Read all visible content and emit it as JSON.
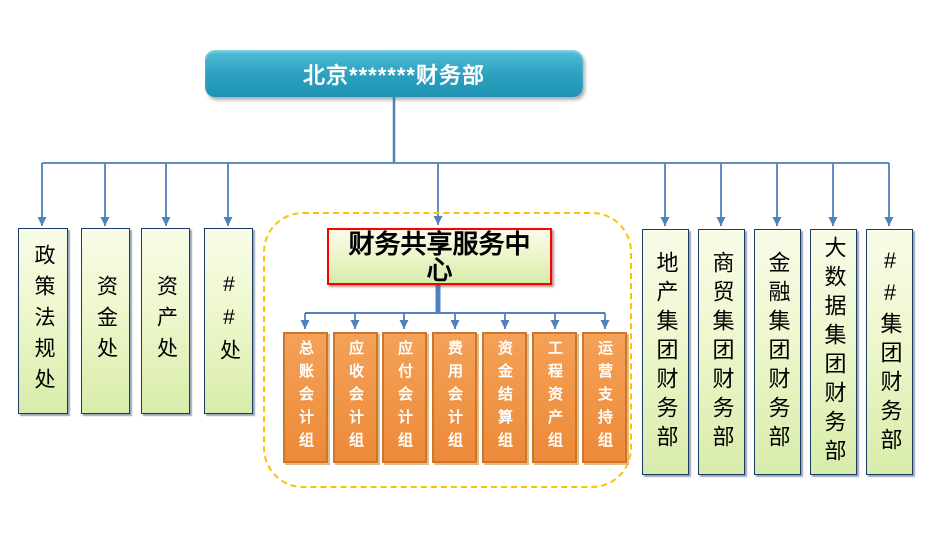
{
  "org_chart": {
    "root": {
      "label": "北京*******财务部"
    },
    "left_departments": [
      "政策法规处",
      "资金处",
      "资产处",
      "##处"
    ],
    "shared_service_center": {
      "label": "财务共享服务中心",
      "groups": [
        "总账会计组",
        "应收会计组",
        "应付会计组",
        "费用会计组",
        "资金结算组",
        "工程资产组",
        "运营支持组"
      ]
    },
    "right_departments": [
      "地产集团财务部",
      "商贸集团财务部",
      "金融集团财务部",
      "大数据集团财务部",
      "##集团财务部"
    ],
    "colors": {
      "connector": "#4f81bd",
      "root_fill_top": "#52bdd5",
      "root_fill_bottom": "#1f93b2",
      "dept_fill_top": "#f8fce8",
      "dept_fill_bottom": "#d8ecaa",
      "dept_border": "#1c3a66",
      "dept_text_color": "#000000",
      "group_fill_top": "#f4a158",
      "group_fill_bottom": "#ec8a38",
      "group_border": "#c9772e",
      "group_text_color": "#ffffff",
      "center_border": "#ff0000",
      "region_dashed_border": "#ffc000",
      "title_text_color": "#ffffff"
    }
  }
}
